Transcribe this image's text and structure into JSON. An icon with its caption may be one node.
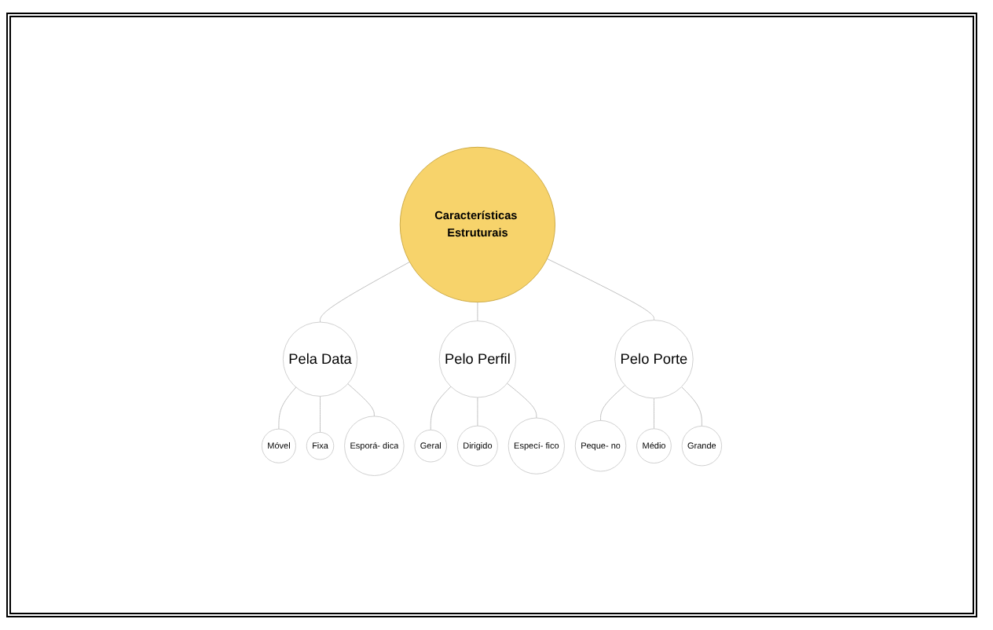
{
  "diagram": {
    "nodes": [
      {
        "text": [
          "Características Estruturais"
        ]
      },
      {
        "text": [
          "Pela Data"
        ]
      },
      {
        "text": [
          "Móvel"
        ]
      },
      {
        "text": [
          "Fixa"
        ]
      },
      {
        "text": [
          "Esporá- dica"
        ]
      },
      {
        "text": [
          "Pelo Perfil"
        ]
      },
      {
        "text": [
          "Geral"
        ]
      },
      {
        "text": [
          "Dirigido"
        ]
      },
      {
        "text": [
          "Especí- fico"
        ]
      },
      {
        "text": [
          "Pelo Porte"
        ]
      },
      {
        "text": [
          "Peque- no"
        ]
      },
      {
        "text": [
          "Médio"
        ]
      },
      {
        "text": [
          "Grande"
        ]
      }
    ],
    "edges": [
      {
        "from": 0,
        "to": 1,
        "arrow": "none"
      },
      {
        "from": 1,
        "to": 2,
        "arrow": "none"
      },
      {
        "from": 1,
        "to": 3,
        "arrow": "none"
      },
      {
        "from": 1,
        "to": 4,
        "arrow": "none"
      },
      {
        "from": 0,
        "to": 5,
        "arrow": "none"
      },
      {
        "from": 5,
        "to": 6,
        "arrow": "none"
      },
      {
        "from": 5,
        "to": 7,
        "arrow": "none"
      },
      {
        "from": 5,
        "to": 8,
        "arrow": "none"
      },
      {
        "from": 0,
        "to": 9,
        "arrow": "none"
      },
      {
        "from": 9,
        "to": 10,
        "arrow": "none"
      },
      {
        "from": 9,
        "to": 11,
        "arrow": "none"
      },
      {
        "from": 9,
        "to": 12,
        "arrow": "none"
      }
    ]
  }
}
